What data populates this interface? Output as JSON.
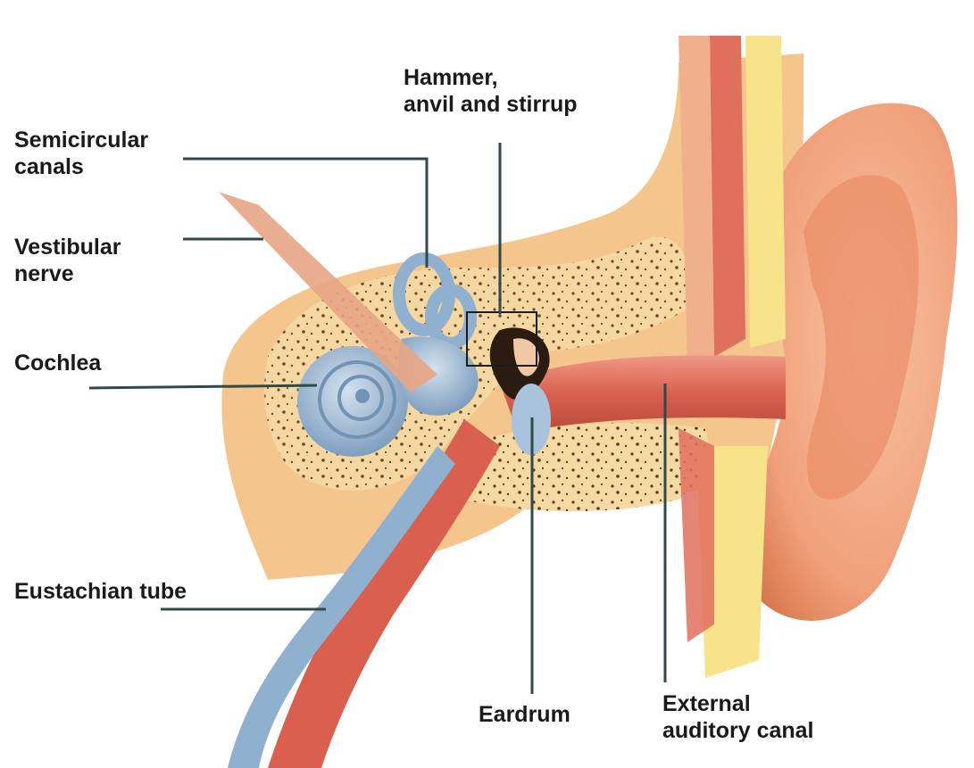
{
  "diagram": {
    "labels": {
      "hammer_line1": "Hammer,",
      "hammer_line2": "anvil and stirrup",
      "semicircular_line1": "Semicircular",
      "semicircular_line2": "canals",
      "vestibular_line1": "Vestibular",
      "vestibular_line2": "nerve",
      "cochlea": "Cochlea",
      "eustachian": "Eustachian tube",
      "eardrum": "Eardrum",
      "external_line1": "External",
      "external_line2": "auditory canal"
    },
    "colors": {
      "background": "#ffffff",
      "skin": "#f3a77f",
      "skin_shadow": "#d97a55",
      "bone": "#f6d9a0",
      "canal": "#df6b5a",
      "inner_ear_blue": "#9fbdd8",
      "fat_yellow": "#f7e48a",
      "leader_line": "#2e4a4a"
    }
  }
}
